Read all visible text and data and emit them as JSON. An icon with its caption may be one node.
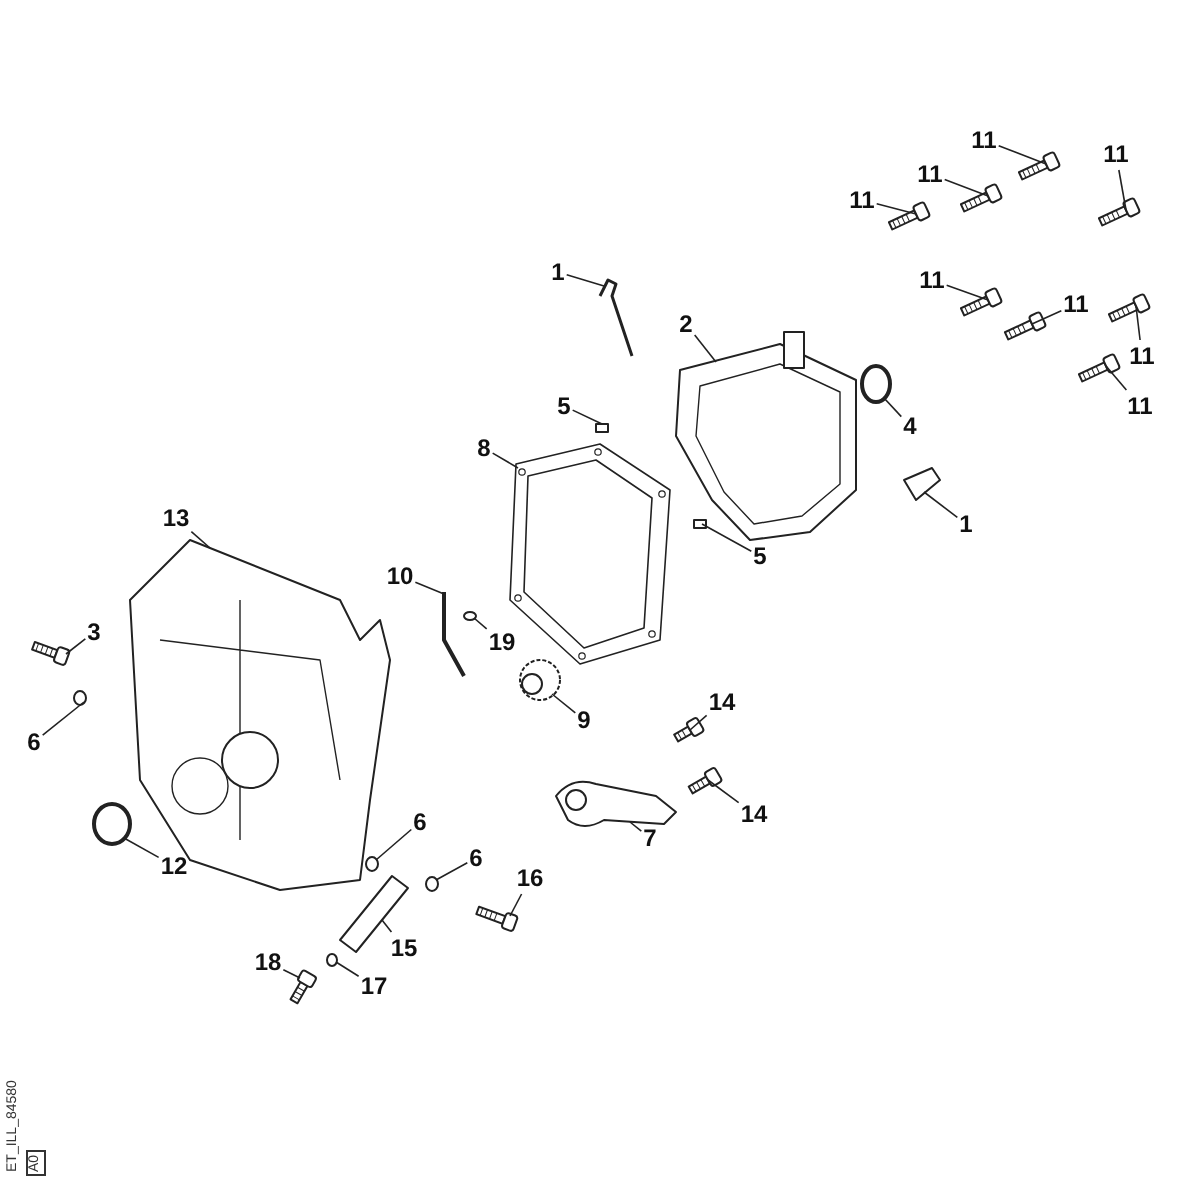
{
  "diagram": {
    "nodes": [
      {
        "text": [
          "11"
        ]
      },
      {
        "text": [
          "11"
        ]
      },
      {
        "text": [
          "11"
        ]
      },
      {
        "text": [
          "11"
        ]
      },
      {
        "text": [
          "1"
        ]
      },
      {
        "text": [
          "11"
        ]
      },
      {
        "text": [
          "11"
        ]
      },
      {
        "text": [
          "2"
        ]
      },
      {
        "text": [
          "11"
        ]
      },
      {
        "text": [
          "11"
        ]
      },
      {
        "text": [
          "5"
        ]
      },
      {
        "text": [
          "4"
        ]
      },
      {
        "text": [
          "8"
        ]
      },
      {
        "text": [
          "13"
        ]
      },
      {
        "text": [
          "1"
        ]
      },
      {
        "text": [
          "5"
        ]
      },
      {
        "text": [
          "10"
        ]
      },
      {
        "text": [
          "3"
        ]
      },
      {
        "text": [
          "19"
        ]
      },
      {
        "text": [
          "14"
        ]
      },
      {
        "text": [
          "9"
        ]
      },
      {
        "text": [
          "6"
        ]
      },
      {
        "text": [
          "14"
        ]
      },
      {
        "text": [
          "6"
        ]
      },
      {
        "text": [
          "7"
        ]
      },
      {
        "text": [
          "6"
        ]
      },
      {
        "text": [
          "12"
        ]
      },
      {
        "text": [
          "16"
        ]
      },
      {
        "text": [
          "15"
        ]
      },
      {
        "text": [
          "18"
        ]
      },
      {
        "text": [
          "17"
        ]
      },
      {
        "text": [],
        "shape": "picture"
      },
      {
        "text": [],
        "shape": "picture"
      },
      {
        "text": [],
        "shape": "picture"
      },
      {
        "text": [],
        "shape": "picture"
      },
      {
        "text": [],
        "shape": "picture"
      },
      {
        "text": [],
        "shape": "picture"
      },
      {
        "text": [],
        "shape": "picture"
      },
      {
        "text": [],
        "shape": "picture"
      },
      {
        "text": [],
        "shape": "picture"
      },
      {
        "text": [],
        "shape": "picture"
      },
      {
        "text": [],
        "shape": "box"
      },
      {
        "text": [],
        "shape": "circle"
      },
      {
        "text": [],
        "shape": "picture"
      },
      {
        "text": [],
        "shape": "picture"
      },
      {
        "text": [],
        "shape": "picture"
      },
      {
        "text": [],
        "shape": "box"
      },
      {
        "text": [],
        "shape": "picture"
      },
      {
        "text": [],
        "shape": "picture"
      },
      {
        "text": [],
        "shape": "circle"
      },
      {
        "text": [],
        "shape": "picture"
      },
      {
        "text": [],
        "shape": "picture"
      },
      {
        "text": [],
        "shape": "circle"
      },
      {
        "text": [],
        "shape": "picture"
      },
      {
        "text": [],
        "shape": "circle"
      },
      {
        "text": [],
        "shape": "picture"
      },
      {
        "text": [],
        "shape": "circle"
      },
      {
        "text": [],
        "shape": "circle"
      },
      {
        "text": [],
        "shape": "picture"
      },
      {
        "text": [],
        "shape": "picture"
      },
      {
        "text": [],
        "shape": "picture"
      },
      {
        "text": [],
        "shape": "circle"
      }
    ],
    "edges": [
      {
        "from": 0,
        "to": 31,
        "arrow": "none"
      },
      {
        "from": 1,
        "to": 32,
        "arrow": "none"
      },
      {
        "from": 2,
        "to": 33,
        "arrow": "none"
      },
      {
        "from": 3,
        "to": 34,
        "arrow": "none"
      },
      {
        "from": 4,
        "to": 35,
        "arrow": "none"
      },
      {
        "from": 5,
        "to": 36,
        "arrow": "none"
      },
      {
        "from": 6,
        "to": 37,
        "arrow": "none"
      },
      {
        "from": 7,
        "to": 38,
        "arrow": "none"
      },
      {
        "from": 8,
        "to": 39,
        "arrow": "none"
      },
      {
        "from": 9,
        "to": 40,
        "arrow": "none"
      },
      {
        "from": 10,
        "to": 41,
        "arrow": "none"
      },
      {
        "from": 11,
        "to": 42,
        "arrow": "none"
      },
      {
        "from": 12,
        "to": 43,
        "arrow": "none"
      },
      {
        "from": 13,
        "to": 44,
        "arrow": "none"
      },
      {
        "from": 14,
        "to": 45,
        "arrow": "none"
      },
      {
        "from": 15,
        "to": 46,
        "arrow": "none"
      },
      {
        "from": 16,
        "to": 47,
        "arrow": "none"
      },
      {
        "from": 17,
        "to": 48,
        "arrow": "none"
      },
      {
        "from": 18,
        "to": 49,
        "arrow": "none"
      },
      {
        "from": 19,
        "to": 50,
        "arrow": "none"
      },
      {
        "from": 20,
        "to": 51,
        "arrow": "none"
      },
      {
        "from": 21,
        "to": 52,
        "arrow": "none"
      },
      {
        "from": 22,
        "to": 53,
        "arrow": "none"
      },
      {
        "from": 23,
        "to": 54,
        "arrow": "none"
      },
      {
        "from": 24,
        "to": 55,
        "arrow": "none"
      },
      {
        "from": 25,
        "to": 56,
        "arrow": "none"
      },
      {
        "from": 26,
        "to": 57,
        "arrow": "none"
      },
      {
        "from": 27,
        "to": 58,
        "arrow": "none"
      },
      {
        "from": 28,
        "to": 59,
        "arrow": "none"
      },
      {
        "from": 29,
        "to": 60,
        "arrow": "none"
      },
      {
        "from": 30,
        "to": 61,
        "arrow": "none"
      }
    ],
    "labels": [
      "ET_ILL_84580",
      "A0"
    ]
  }
}
